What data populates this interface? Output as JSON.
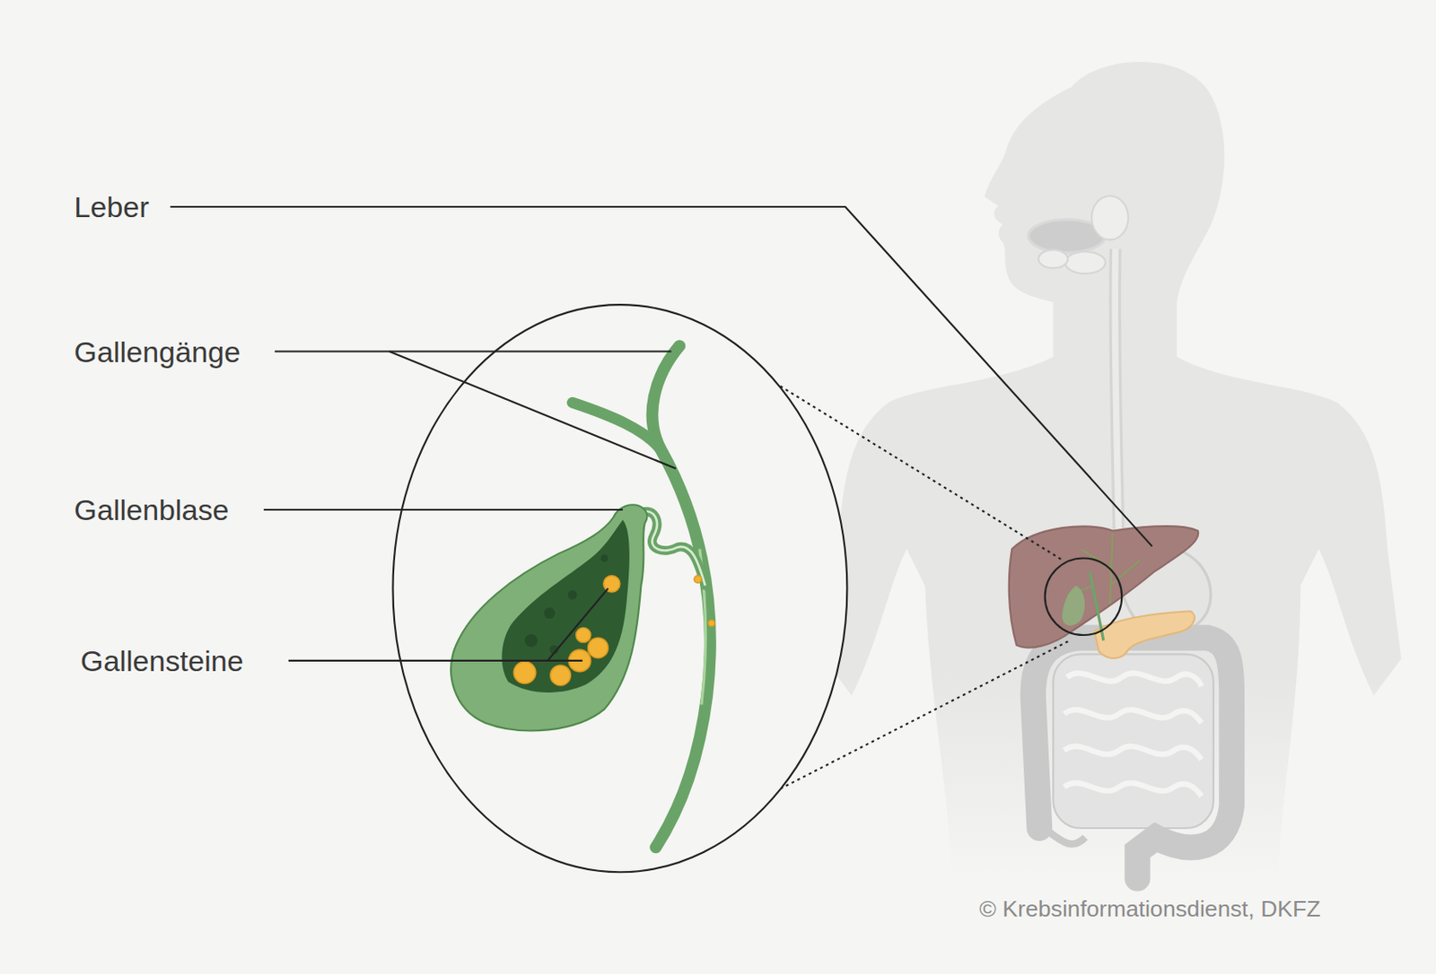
{
  "diagram": {
    "labels": [
      "Leber",
      "Gallengänge",
      "Gallenblase",
      "Gallensteine",
      "© Krebsinformationsdienst, DKFZ"
    ]
  }
}
